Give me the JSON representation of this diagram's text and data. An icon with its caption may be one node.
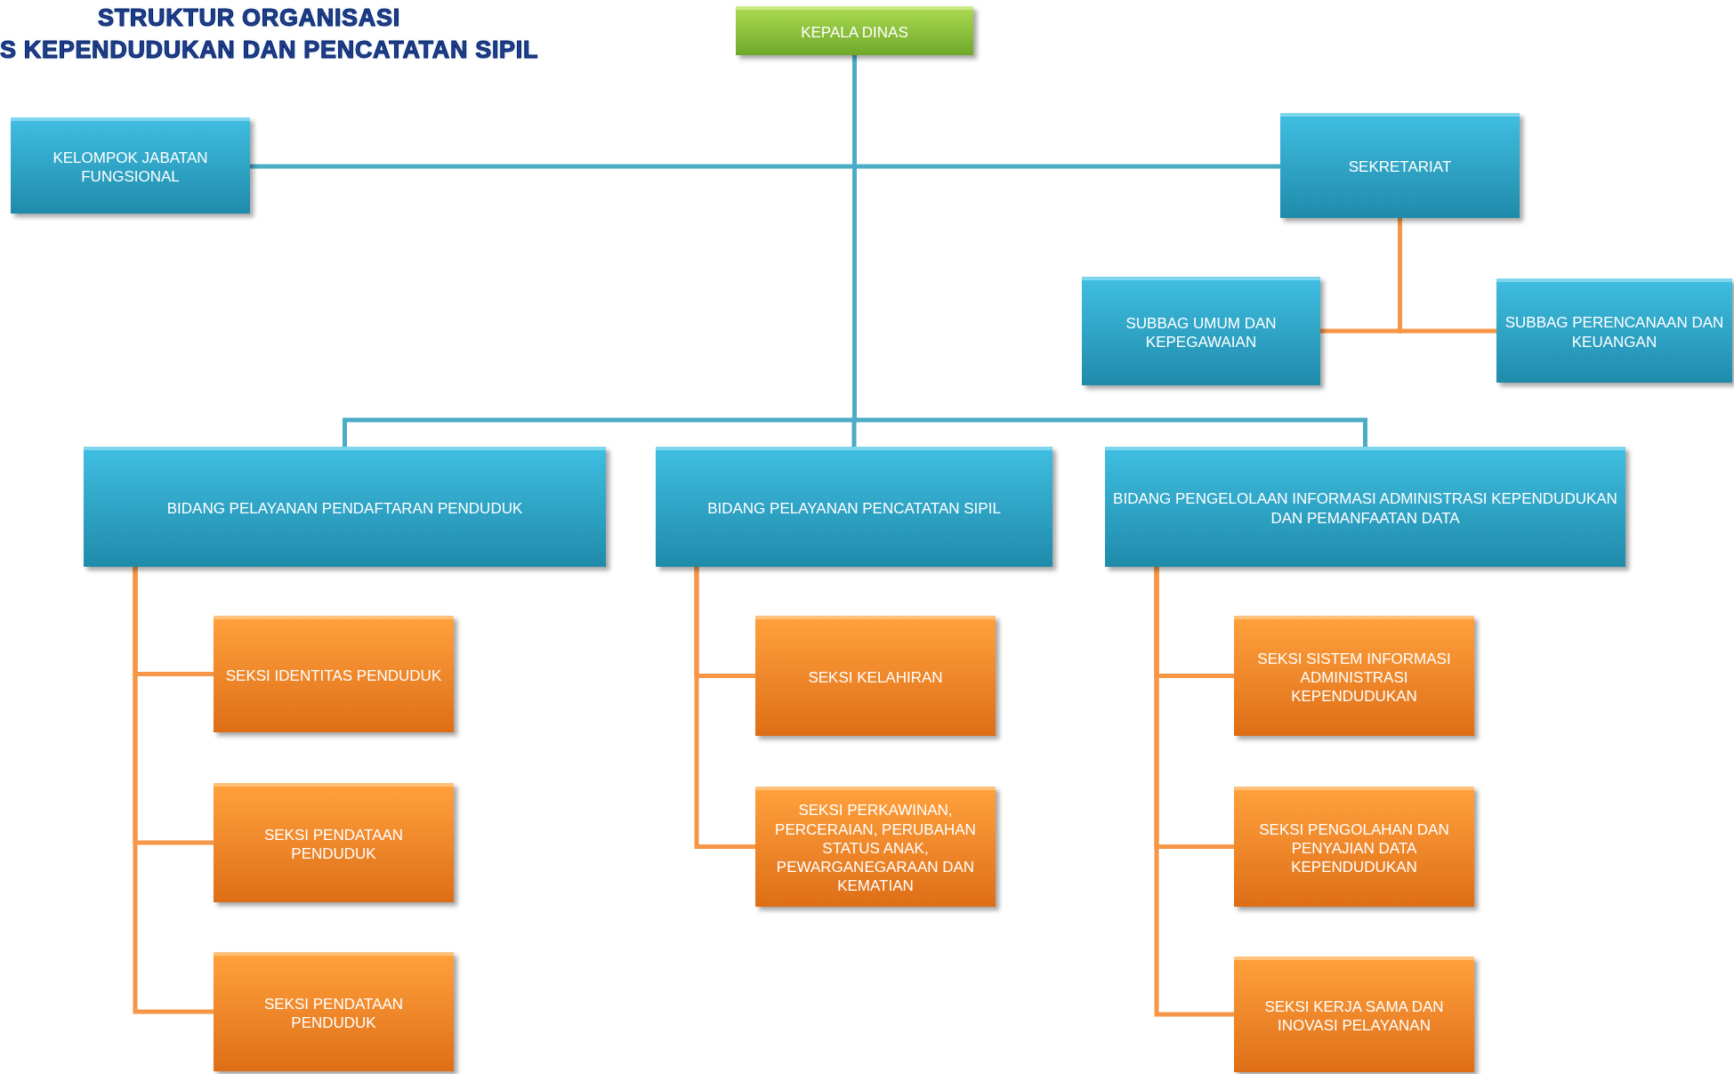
{
  "diagram": {
    "title": "STRUKTUR ORGANISASI",
    "nodes": [
      {
        "text": [
          "KEPALA DINAS"
        ]
      },
      {
        "text": [
          "KELOMPOK JABATAN FUNGSIONAL"
        ]
      },
      {
        "text": [
          "SEKRETARIAT"
        ]
      },
      {
        "text": [
          "SUBBAG UMUM DAN KEPEGAWAIAN"
        ]
      },
      {
        "text": [
          "SUBBAG PERENCANAAN DAN KEUANGAN"
        ]
      },
      {
        "text": [
          "BIDANG PELAYANAN PENDAFTARAN PENDUDUK"
        ]
      },
      {
        "text": [
          "BIDANG PELAYANAN PENCATATAN SIPIL"
        ]
      },
      {
        "text": [
          "BIDANG PENGELOLAAN INFORMASI ADMINISTRASI KEPENDUDUKAN DAN PEMANFAATAN DATA"
        ]
      },
      {
        "text": [
          "SEKSI IDENTITAS PENDUDUK"
        ]
      },
      {
        "text": [
          "SEKSI PENDATAAN PENDUDUK"
        ]
      },
      {
        "text": [
          "SEKSI PENDATAAN PENDUDUK"
        ]
      },
      {
        "text": [
          "SEKSI KELAHIRAN"
        ]
      },
      {
        "text": [
          "SEKSI PERKAWINAN, PERCERAIAN, PERUBAHAN STATUS ANAK, PEWARGANEGARAAN DAN KEMATIAN"
        ]
      },
      {
        "text": [
          "SEKSI SISTEM INFORMASI ADMINISTRASI KEPENDUDUKAN"
        ]
      },
      {
        "text": [
          "SEKSI PENGOLAHAN DAN PENYAJIAN DATA KEPENDUDUKAN"
        ]
      },
      {
        "text": [
          "SEKSI KERJA SAMA DAN INOVASI PELAYANAN"
        ]
      }
    ],
    "edges": [
      {
        "from": 0,
        "to": 1,
        "arrow": "none",
        "color": "#4bacc6"
      },
      {
        "from": 0,
        "to": 2,
        "arrow": "none",
        "color": "#4bacc6"
      },
      {
        "from": 0,
        "to": 5,
        "arrow": "none",
        "color": "#4bacc6"
      },
      {
        "from": 0,
        "to": 6,
        "arrow": "none",
        "color": "#4bacc6"
      },
      {
        "from": 0,
        "to": 7,
        "arrow": "none",
        "color": "#4bacc6"
      },
      {
        "from": 2,
        "to": 3,
        "arrow": "none"
      },
      {
        "from": 2,
        "to": 4,
        "arrow": "none"
      },
      {
        "from": 5,
        "to": 8,
        "arrow": "none"
      },
      {
        "from": 5,
        "to": 9,
        "arrow": "none"
      },
      {
        "from": 5,
        "to": 10,
        "arrow": "none"
      },
      {
        "from": 6,
        "to": 11,
        "arrow": "none"
      },
      {
        "from": 6,
        "to": 12,
        "arrow": "none"
      },
      {
        "from": 7,
        "to": 13,
        "arrow": "none"
      },
      {
        "from": 7,
        "to": 14,
        "arrow": "none"
      },
      {
        "from": 7,
        "to": 15,
        "arrow": "none"
      }
    ],
    "labels": [
      "S KEPENDUDUKAN DAN PENCATATAN SIPIL"
    ]
  }
}
